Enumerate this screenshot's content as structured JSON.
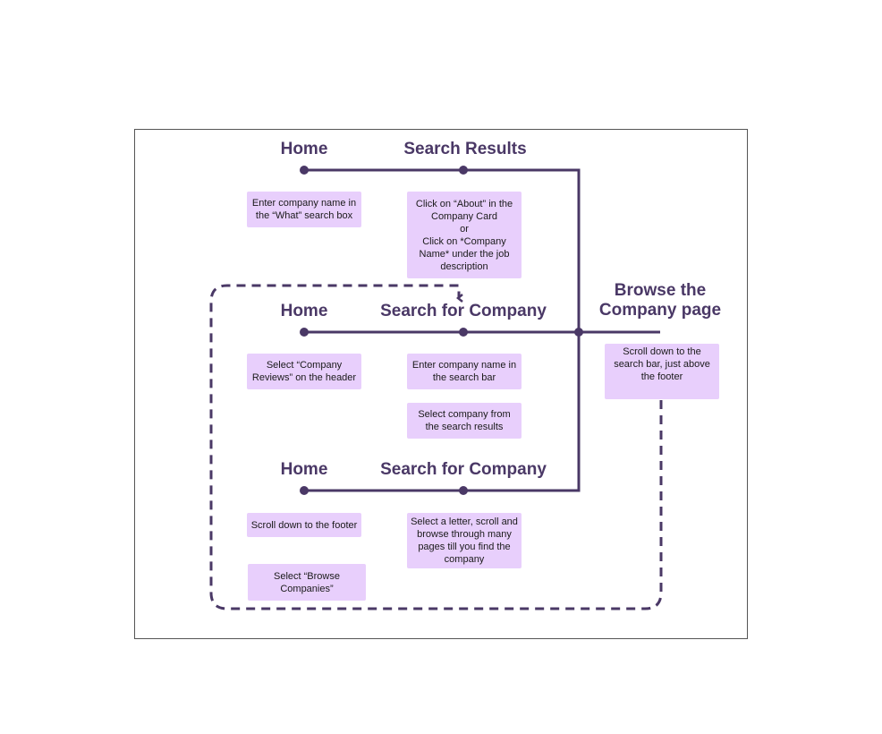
{
  "colors": {
    "line": "#4a3866",
    "card": "#e8cffc",
    "text": "#1a1a1a",
    "frame": "#555555"
  },
  "flows": [
    {
      "home_label": "Home",
      "step_label": "Search Results",
      "home_cards": [
        "Enter company name in the “What” search box"
      ],
      "step_cards": [
        "Click on “About” in the Company Card\nor\nClick on *Company Name* under the job description"
      ]
    },
    {
      "home_label": "Home",
      "step_label": "Search for Company",
      "home_cards": [
        "Select “Company Reviews” on the header"
      ],
      "step_cards": [
        "Enter company name in the search bar",
        "Select company from the search results"
      ]
    },
    {
      "home_label": "Home",
      "step_label": "Search for Company",
      "home_cards": [
        "Scroll down to the footer",
        "Select “Browse Companies”"
      ],
      "step_cards": [
        "Select a letter, scroll and browse through many pages till you find the company"
      ]
    }
  ],
  "destination": {
    "label": "Browse the Company page",
    "card": "Scroll down to the search bar, just above the footer"
  }
}
